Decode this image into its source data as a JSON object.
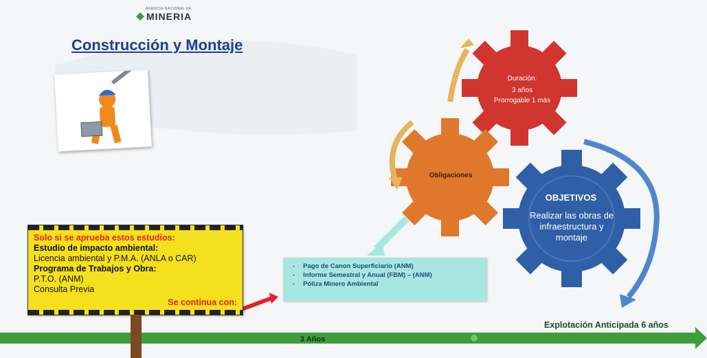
{
  "header": {
    "agency_label": "AGENCIA NACIONAL DE",
    "brand": "MINERIA",
    "title": "Construcción y Montaje"
  },
  "gears": {
    "duration": {
      "title": "Duración:",
      "years": "3 años",
      "extension": "Prorrogable 1 más",
      "color": "#d0352f"
    },
    "obligations": {
      "label": "Obligaciones",
      "color": "#e0782c"
    },
    "objectives": {
      "title": "OBJETIVOS",
      "description": "Realizar las obras de infraestructura y montaje",
      "color": "#2f5fa6"
    }
  },
  "warning": {
    "heading": "Solo si se aprueba estos estudios:",
    "study_title": "Estudio de impacto ambiental:",
    "study_detail": "Licencia ambiental y P.M.A. (ANLA o CAR)",
    "program_title": "Programa de Trabajos y Obra:",
    "program_detail": "P.T.O. (ANM)",
    "consultation": "Consulta Previa",
    "continue": "Se continua con:"
  },
  "obligations_list": [
    "Pago de Canon Superficiario (ANM)",
    "Informe Semestral y Anual (FBM) – (ANM)",
    "Póliza Minero Ambiental"
  ],
  "timeline": {
    "label": "Explotación Anticipada 6 años",
    "years": "3 Años",
    "color": "#3f9e3b"
  }
}
